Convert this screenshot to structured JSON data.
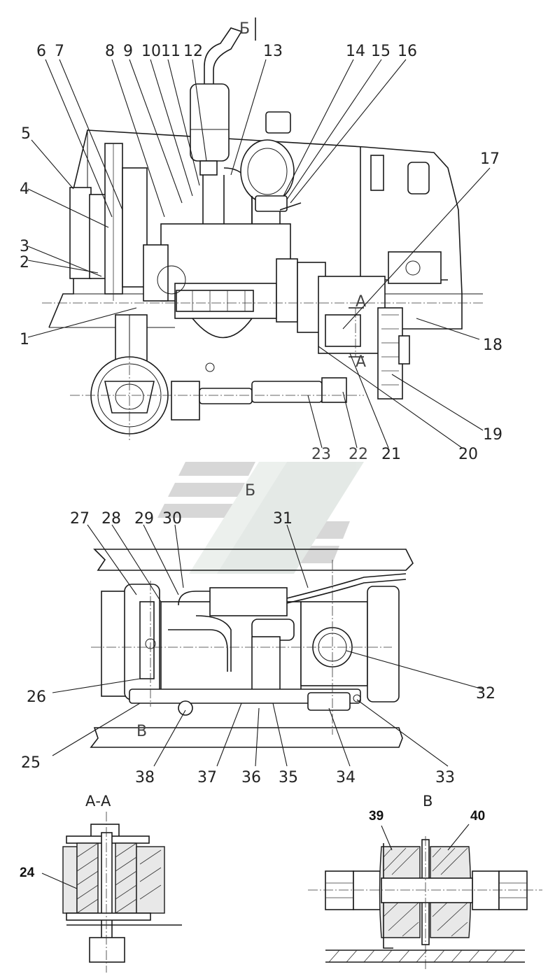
{
  "labels": {
    "n1": "1",
    "n2": "2",
    "n3": "3",
    "n4": "4",
    "n5": "5",
    "n6": "6",
    "n7": "7",
    "n8": "8",
    "n9": "9",
    "n10": "10",
    "n11": "11",
    "n12": "12",
    "n13": "13",
    "n14": "14",
    "n15": "15",
    "n16": "16",
    "n17": "17",
    "n18": "18",
    "n19": "19",
    "n20": "20",
    "n21": "21",
    "n22": "22",
    "n23": "23",
    "n24": "24",
    "n25": "25",
    "n26": "26",
    "n27": "27",
    "n28": "28",
    "n29": "29",
    "n30": "30",
    "n31": "31",
    "n32": "32",
    "n33": "33",
    "n34": "34",
    "n35": "35",
    "n36": "36",
    "n37": "37",
    "n38": "38",
    "n39": "39",
    "n40": "40"
  },
  "views": {
    "view_b_arrow_top": "Б",
    "view_b_arrow_plan": "Б",
    "section_a_left": "А",
    "section_a_right": "А",
    "view_v_plan": "В",
    "section_aa_title": "А-А",
    "view_v_title": "В"
  },
  "colors": {
    "line": "#1a1a1a",
    "watermark": "#c8d0cc"
  }
}
